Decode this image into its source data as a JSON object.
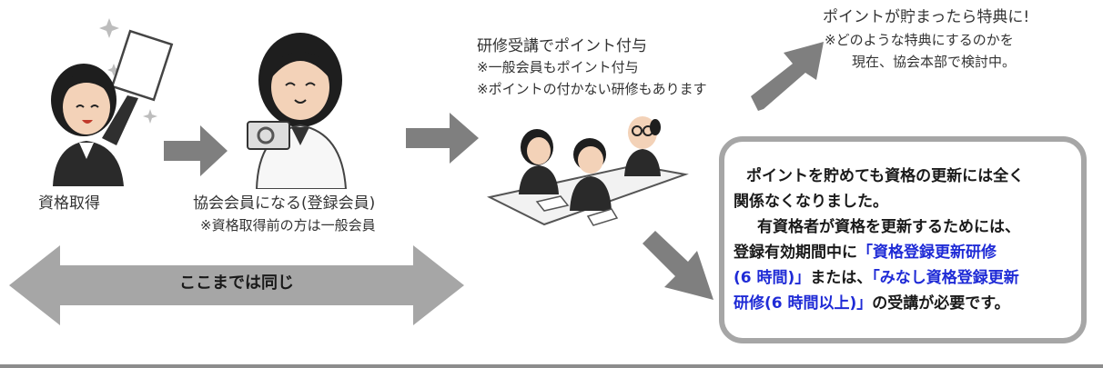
{
  "steps": {
    "acquire": "資格取得",
    "member": "協会会員になる(登録会員)",
    "member_note": "※資格取得前の方は一般会員",
    "training": "研修受講でポイント付与",
    "training_note1": "※一般会員もポイント付与",
    "training_note2": "※ポイントの付かない研修もあります",
    "benefit": "ポイントが貯まったら特典に!",
    "benefit_note1": "※どのような特典にするのかを",
    "benefit_note2": "現在、協会本部で検討中。"
  },
  "same_label": "ここまでは同じ",
  "notice": {
    "line1": "ポイントを貯めても資格の更新には全く",
    "line2": "関係なくなりました。",
    "line3": "有資格者が資格を更新するためには、",
    "line4a": "登録有効期間中に",
    "line4b": "「資格登録更新研修",
    "line5a": "(6 時間)」",
    "line5b": "または、",
    "line5c": "「みなし資格登録更新",
    "line6a": "研修(6 時間以上)」",
    "line6b": "の受講が必要です。"
  },
  "colors": {
    "arrow": "#7f7f7f",
    "highlight": "#1f2bd6",
    "box_border": "#a6a6a6"
  }
}
